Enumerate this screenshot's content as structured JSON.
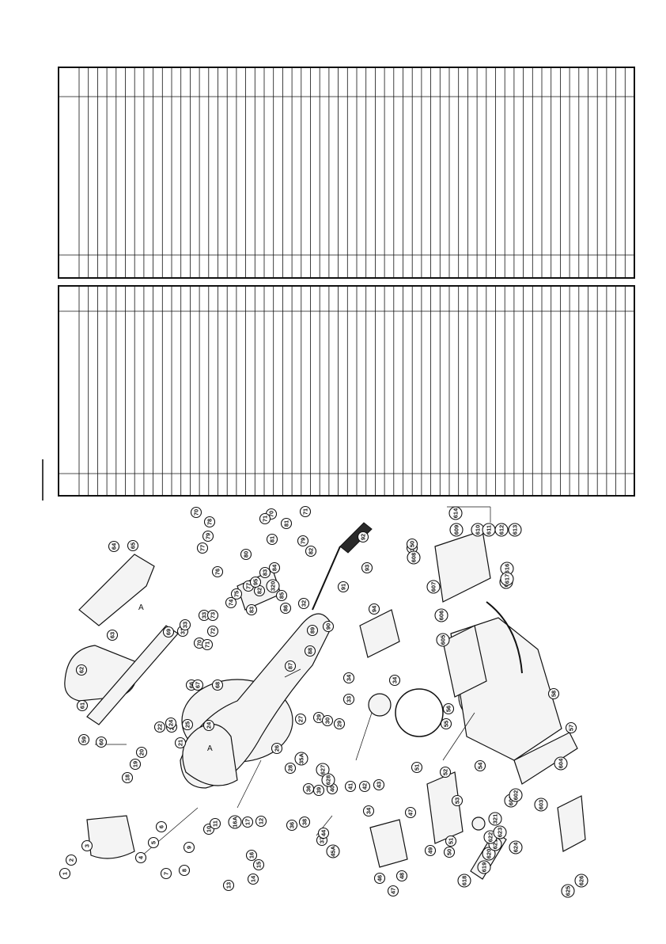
{
  "page": {
    "tables": [
      {
        "name": "parts-list-table-upper",
        "rows": 60,
        "text": []
      },
      {
        "name": "parts-list-table-lower",
        "rows": 60,
        "text": []
      }
    ]
  },
  "diagram": {
    "reference_letters": [
      "A",
      "A"
    ],
    "callouts": [
      "1",
      "2",
      "3",
      "4",
      "5",
      "6",
      "7",
      "8",
      "9",
      "10",
      "11",
      "12",
      "13",
      "14",
      "15",
      "16",
      "16A",
      "17",
      "18",
      "19",
      "20",
      "21",
      "22",
      "23",
      "24",
      "24",
      "25",
      "26",
      "27",
      "28",
      "29",
      "29",
      "30",
      "31",
      "32",
      "33",
      "33",
      "33",
      "34",
      "34",
      "34",
      "34",
      "35A",
      "36",
      "36",
      "37",
      "38",
      "39",
      "40",
      "41",
      "42",
      "43",
      "44",
      "45A",
      "46",
      "47",
      "47",
      "48",
      "49",
      "50",
      "50",
      "51",
      "51",
      "52",
      "53",
      "54",
      "55",
      "56",
      "57",
      "58",
      "59",
      "60",
      "61",
      "62",
      "63",
      "64",
      "65",
      "66",
      "67",
      "68",
      "69",
      "70",
      "70",
      "70",
      "71",
      "71",
      "71",
      "72",
      "73",
      "74",
      "75",
      "76",
      "77",
      "77",
      "78",
      "79",
      "79",
      "80",
      "81",
      "81",
      "82",
      "82",
      "83",
      "83",
      "84",
      "85",
      "86",
      "87",
      "88",
      "89",
      "90",
      "91",
      "92",
      "93",
      "94",
      "95",
      "320",
      "321",
      "601",
      "602",
      "603",
      "604",
      "605",
      "606",
      "607",
      "608",
      "609",
      "610",
      "611",
      "612",
      "613",
      "614",
      "615",
      "616",
      "617",
      "618",
      "619",
      "620",
      "621",
      "622",
      "623",
      "624",
      "625",
      "626",
      "627",
      "628"
    ]
  }
}
